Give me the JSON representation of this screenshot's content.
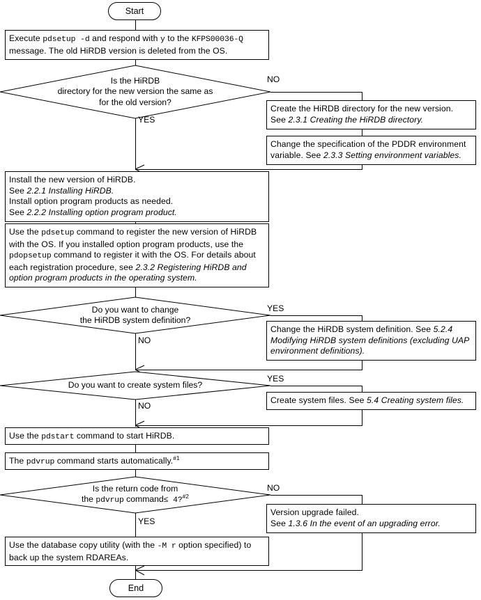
{
  "diagram": {
    "title": "HiRDB version upgrade procedure flowchart",
    "type": "flowchart",
    "line_color": "#000000",
    "background": "#ffffff"
  },
  "terminators": {
    "start": "Start",
    "end": "End"
  },
  "branch_labels": {
    "yes": "YES",
    "no": "NO"
  },
  "nodes": {
    "execute_pdsetup": {
      "kind": "process",
      "text": "Execute pdsetup -d and respond with y to the KFPS00036-Q message. The old HiRDB version is deleted from the OS.",
      "segments": [
        {
          "t": "Execute ",
          "style": "normal"
        },
        {
          "t": "pdsetup -d",
          "style": "mono"
        },
        {
          "t": " and respond with ",
          "style": "normal"
        },
        {
          "t": "y",
          "style": "mono"
        },
        {
          "t": " to the ",
          "style": "normal"
        },
        {
          "t": "KFPS00036-Q",
          "style": "mono"
        },
        {
          "t": " message. The old HiRDB version is deleted from the OS.",
          "style": "normal"
        }
      ]
    },
    "decision_directory": {
      "kind": "decision",
      "lines": [
        "Is the HiRDB",
        "directory for the new version the same as",
        "for the old version?"
      ],
      "yes_branch": "YES",
      "no_branch": "NO"
    },
    "create_directory": {
      "kind": "process",
      "segments": [
        {
          "t": "Create the HiRDB directory for the new version.",
          "style": "normal"
        },
        {
          "t": "\n",
          "style": "break"
        },
        {
          "t": "See ",
          "style": "normal"
        },
        {
          "t": "2.3.1 Creating the HiRDB directory.",
          "style": "italic"
        }
      ]
    },
    "change_pddr": {
      "kind": "process",
      "segments": [
        {
          "t": "Change the specification of the PDDR environment variable. See ",
          "style": "normal"
        },
        {
          "t": "2.3.3 Setting environment variables.",
          "style": "italic"
        }
      ]
    },
    "install_hirdb": {
      "kind": "process",
      "segments": [
        {
          "t": "Install the new version of HiRDB.",
          "style": "normal"
        },
        {
          "t": "\n",
          "style": "break"
        },
        {
          "t": "See ",
          "style": "normal"
        },
        {
          "t": "2.2.1 Installing HiRDB.",
          "style": "italic"
        },
        {
          "t": "\n",
          "style": "break"
        },
        {
          "t": "Install option program products as needed.",
          "style": "normal"
        },
        {
          "t": "\n",
          "style": "break"
        },
        {
          "t": "See ",
          "style": "normal"
        },
        {
          "t": "2.2.2 Installing option program product.",
          "style": "italic"
        }
      ]
    },
    "register_hirdb": {
      "kind": "process",
      "segments": [
        {
          "t": "Use the ",
          "style": "normal"
        },
        {
          "t": "pdsetup",
          "style": "mono"
        },
        {
          "t": " command to register the new version of HiRDB with the OS. If you installed option program products, use the ",
          "style": "normal"
        },
        {
          "t": "pdopsetup",
          "style": "mono"
        },
        {
          "t": " command to register it with the OS. For details about each registration procedure, see ",
          "style": "normal"
        },
        {
          "t": "2.3.2 Registering HiRDB and option program products in the operating system.",
          "style": "italic"
        }
      ]
    },
    "decision_sysdef": {
      "kind": "decision",
      "lines": [
        "Do you want to change",
        "the HiRDB system definition?"
      ],
      "yes_branch": "YES",
      "no_branch": "NO"
    },
    "change_sysdef": {
      "kind": "process",
      "segments": [
        {
          "t": "Change the HiRDB system definition. See ",
          "style": "normal"
        },
        {
          "t": "5.2.4 Modifying HiRDB system definitions (excluding UAP environment definitions).",
          "style": "italic"
        }
      ]
    },
    "decision_sysfiles": {
      "kind": "decision",
      "lines": [
        "Do you want to create system files?"
      ],
      "yes_branch": "YES",
      "no_branch": "NO"
    },
    "create_sysfiles": {
      "kind": "process",
      "segments": [
        {
          "t": "Create system files. See ",
          "style": "normal"
        },
        {
          "t": "5.4 Creating system files.",
          "style": "italic"
        }
      ]
    },
    "start_hirdb": {
      "kind": "process",
      "segments": [
        {
          "t": "Use the ",
          "style": "normal"
        },
        {
          "t": "pdstart",
          "style": "mono"
        },
        {
          "t": " command to start HiRDB.",
          "style": "normal"
        }
      ]
    },
    "pdvrup_auto": {
      "kind": "process",
      "segments": [
        {
          "t": "The ",
          "style": "normal"
        },
        {
          "t": "pdvrup",
          "style": "mono"
        },
        {
          "t": " command starts automatically.",
          "style": "normal"
        },
        {
          "t": "#1",
          "style": "sup"
        }
      ]
    },
    "decision_retcode": {
      "kind": "decision",
      "lines": [
        "Is the return code from",
        "the pdvrup command≤ 4?#2"
      ],
      "line2_segments": [
        {
          "t": "the ",
          "style": "normal"
        },
        {
          "t": "pdvrup",
          "style": "mono"
        },
        {
          "t": " command",
          "style": "normal"
        },
        {
          "t": "≤ 4?",
          "style": "mono"
        },
        {
          "t": "#2",
          "style": "sup"
        }
      ],
      "yes_branch": "YES",
      "no_branch": "NO"
    },
    "upgrade_failed": {
      "kind": "process",
      "segments": [
        {
          "t": "Version upgrade failed.",
          "style": "normal"
        },
        {
          "t": "\n",
          "style": "break"
        },
        {
          "t": "See ",
          "style": "normal"
        },
        {
          "t": "1.3.6 In the event of an upgrading error.",
          "style": "italic"
        }
      ]
    },
    "backup_rdareas": {
      "kind": "process",
      "segments": [
        {
          "t": "Use the database copy utility (with the ",
          "style": "normal"
        },
        {
          "t": "-M r",
          "style": "mono"
        },
        {
          "t": " option specified) to back up the system RDAREAs.",
          "style": "normal"
        }
      ]
    }
  }
}
